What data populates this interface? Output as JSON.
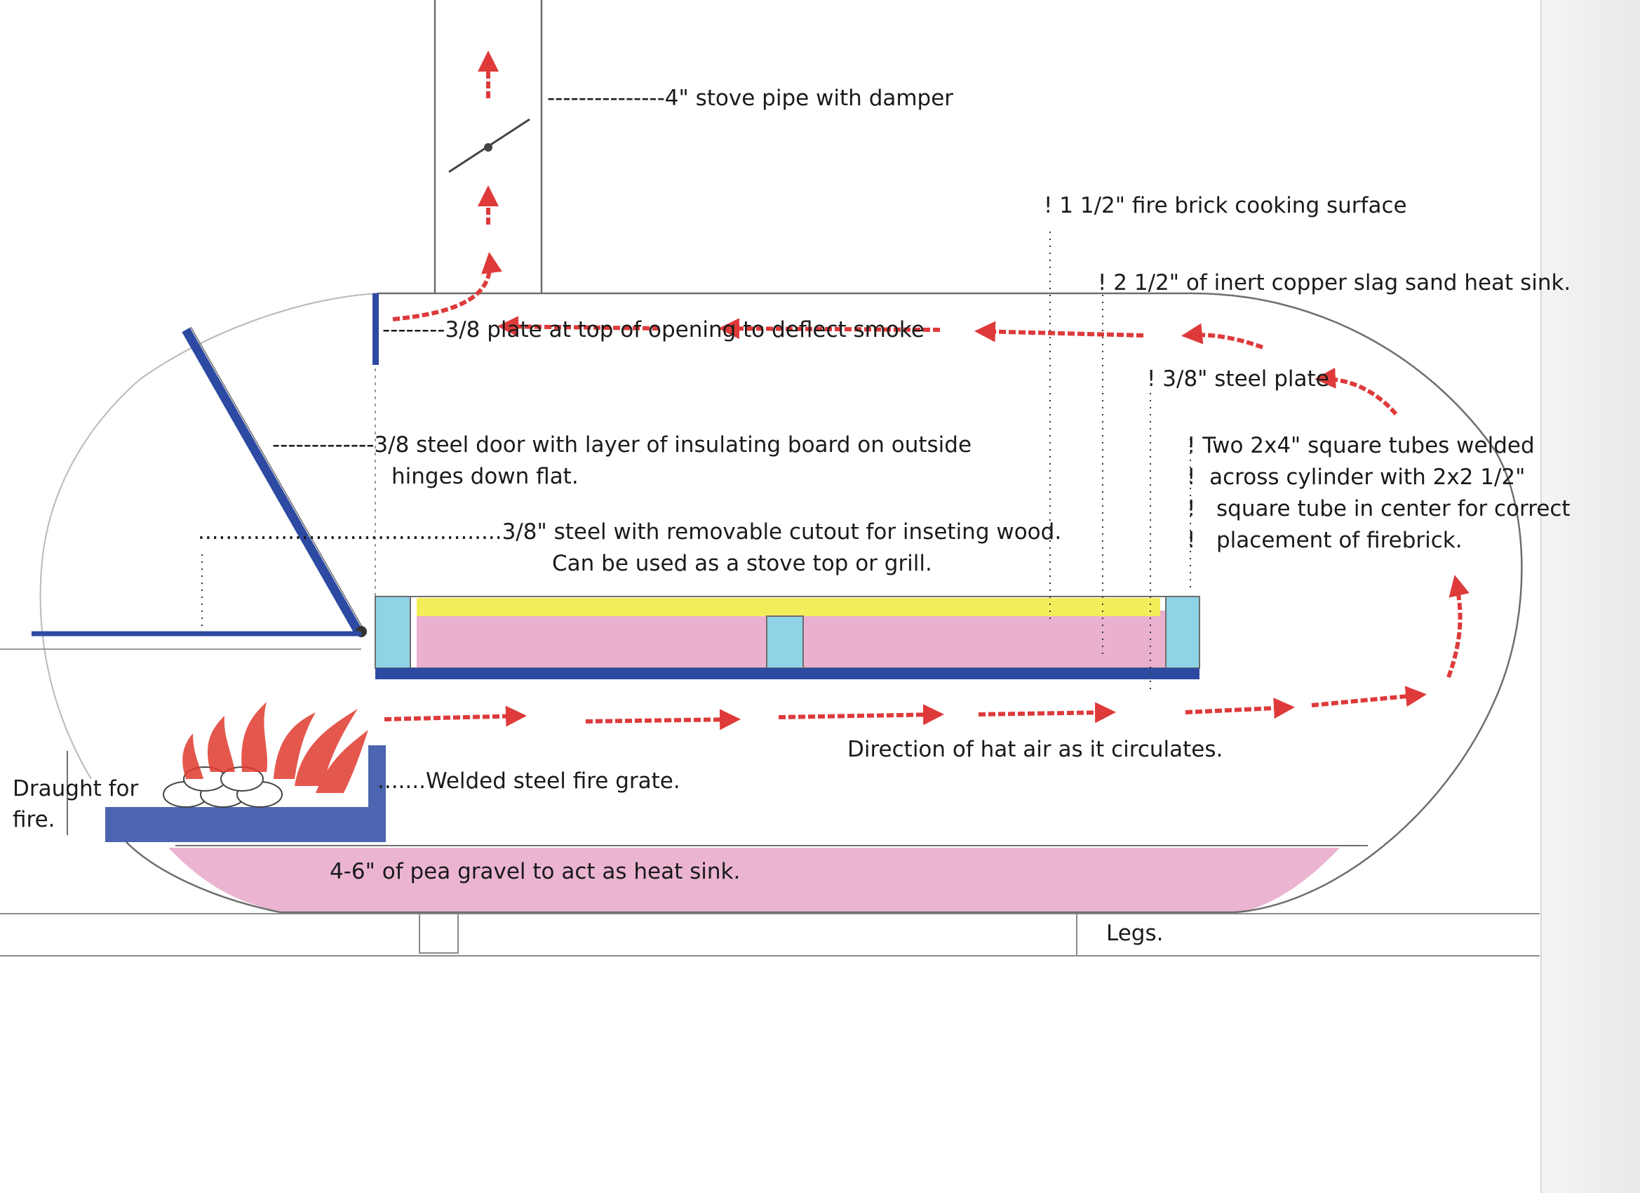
{
  "labels": {
    "stove_pipe": "---------------4\" stove pipe with damper",
    "fire_brick": "! 1 1/2\" fire brick cooking surface",
    "copper_slag": "! 2 1/2\" of inert copper slag sand heat sink.",
    "deflect_plate": "--------3/8 plate at top of opening to deflect smoke",
    "steel_plate": "! 3/8\" steel plate",
    "door_line1": "-------------3/8 steel door with layer of insulating board on outside",
    "door_line2": "hinges down flat.",
    "tubes_line1": "! Two 2x4\" square tubes welded",
    "tubes_line2": "!  across cylinder with 2x2 1/2\"",
    "tubes_line3": "!   square tube in center for correct",
    "tubes_line4": "!   placement of firebrick.",
    "steel_cutout_line1": "............................................3/8\" steel with removable cutout for inseting wood.",
    "steel_cutout_line2": "Can be used as a stove top or grill.",
    "hot_air": "Direction of hat air as it circulates.",
    "draught_line1": "Draught for",
    "draught_line2": "fire.",
    "fire_grate": ".......Welded steel fire grate.",
    "pea_gravel": "4-6\" of pea gravel to act as heat sink.",
    "legs": "Legs."
  },
  "colors": {
    "outline": "#6e6e6e",
    "steel_blue": "#2d4aa3",
    "heat_sink_pink": "#e6a3c6",
    "fire_brick_yellow": "#f2ee5a",
    "tube_cyan": "#8fd3e6",
    "arrow_red": "#de3a3a",
    "flame_red": "#e03a2e"
  }
}
